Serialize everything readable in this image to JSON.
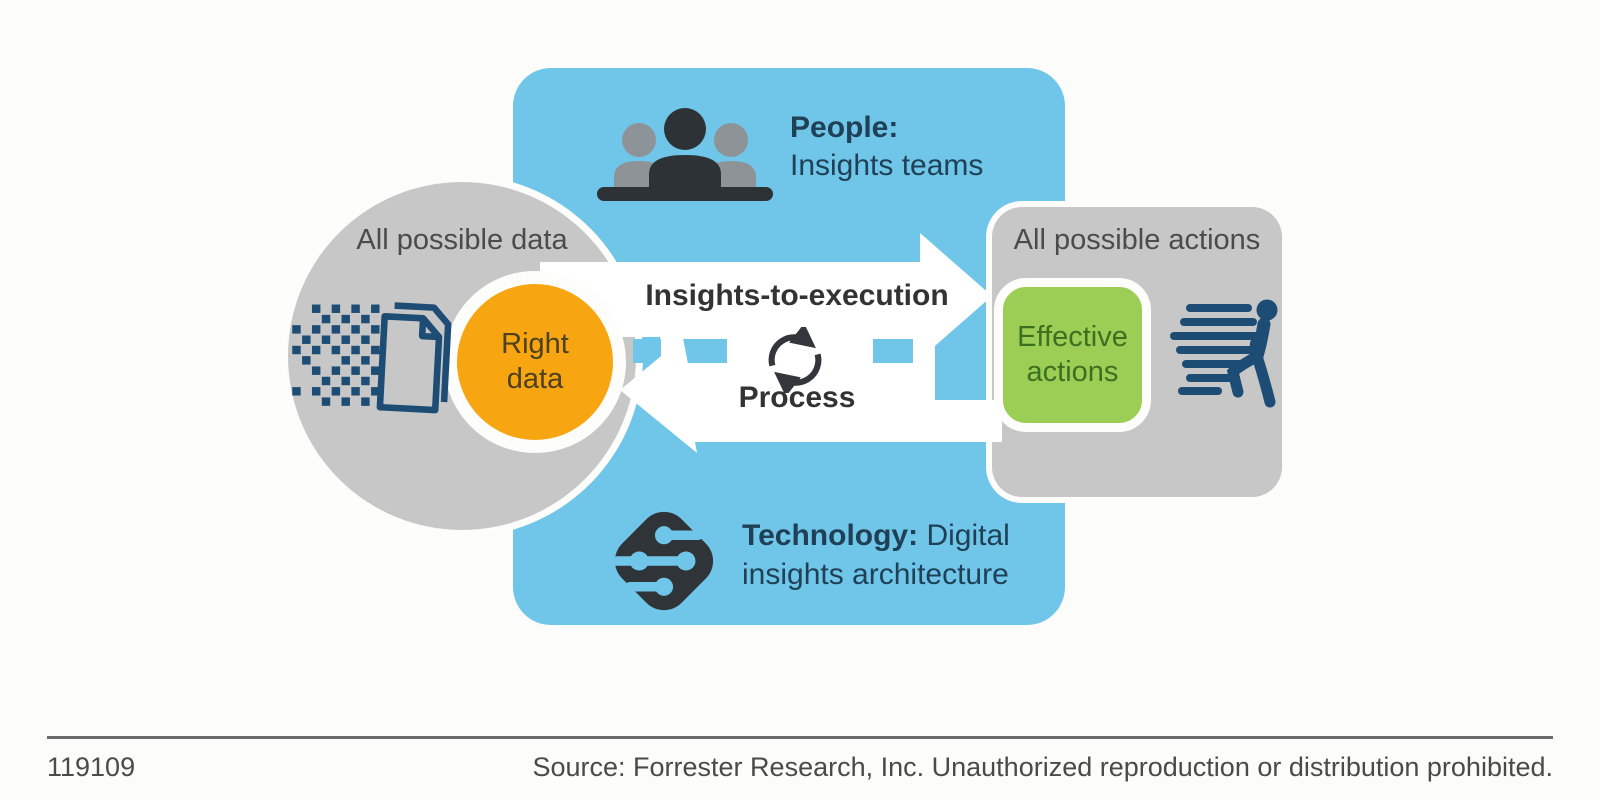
{
  "figure": {
    "people": {
      "title": "People:",
      "subtitle": "Insights teams"
    },
    "technology": {
      "title": "Technology:",
      "title_rest": "Digital",
      "line2": "insights architecture"
    },
    "left_region": {
      "label": "All possible data",
      "badge": "Right data"
    },
    "right_region": {
      "label": "All possible actions",
      "badge": "Effective actions"
    },
    "flow": {
      "top_label": "Insights-to-execution",
      "bottom_label": "Process"
    }
  },
  "footer": {
    "figure_id": "119109",
    "source": "Source: Forrester Research, Inc. Unauthorized reproduction or distribution prohibited."
  },
  "colors": {
    "panel_blue": "#70c6e8",
    "region_gray": "#c7c7c7",
    "badge_orange": "#f7a511",
    "badge_orange_text": "#4e4120",
    "badge_green": "#9ccd55",
    "badge_green_text": "#3c7021",
    "icon_navy": "#1d4d74",
    "icon_charcoal": "#2d3237",
    "heading_navy": "#1f4056",
    "flow_text": "#333333"
  },
  "icons": {
    "people": "people-team-icon",
    "data": "data-document-icon",
    "actions": "running-person-icon",
    "technology": "circuit-chip-icon",
    "process": "cycle-arrows-icon"
  }
}
